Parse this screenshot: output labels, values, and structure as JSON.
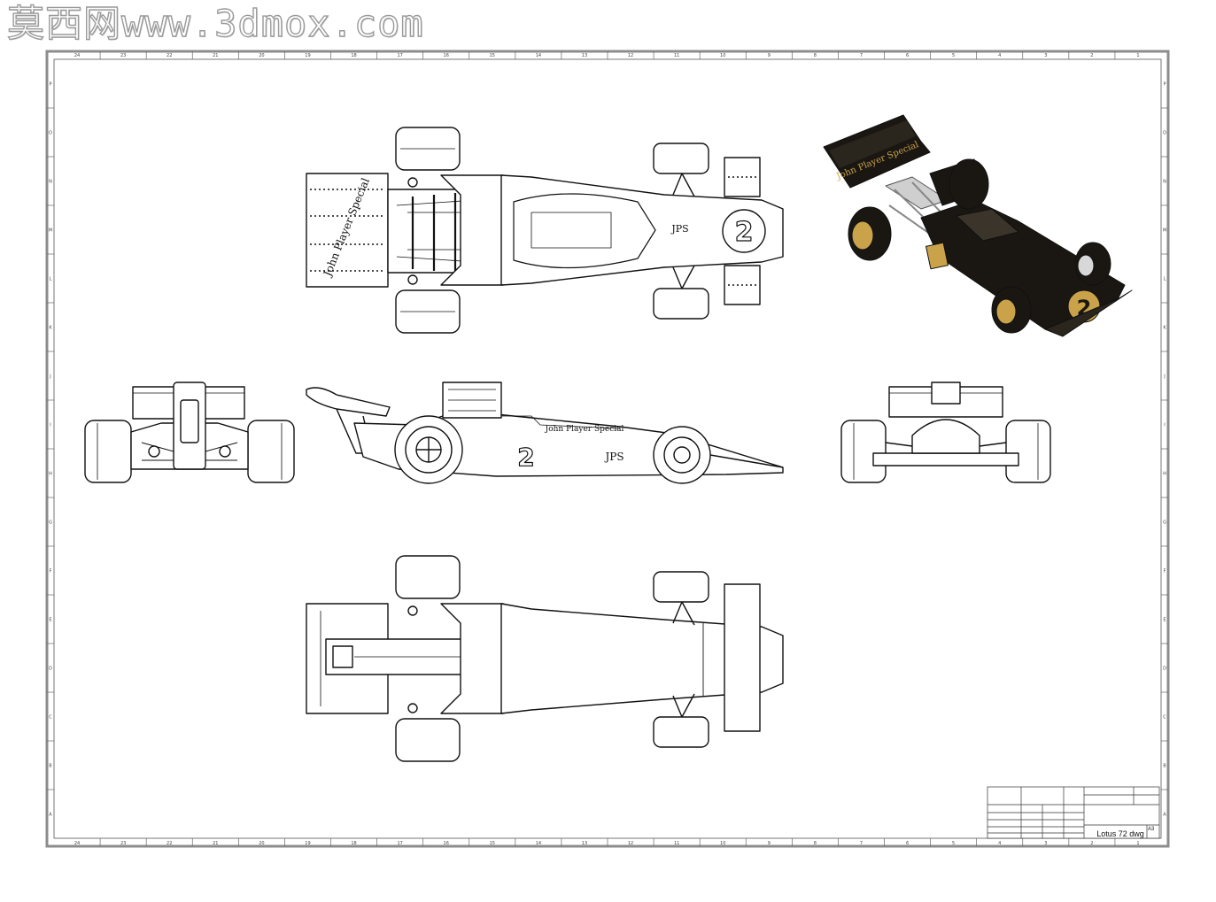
{
  "watermark": "莫西网www.3dmox.com",
  "drawing": {
    "title": "Lotus 72 dwg",
    "sheet_size": "A3",
    "border_columns_top": [
      "24",
      "23",
      "22",
      "21",
      "20",
      "19",
      "18",
      "17",
      "16",
      "15",
      "14",
      "13",
      "12",
      "11",
      "10",
      "9",
      "8",
      "7",
      "6",
      "5",
      "4",
      "3",
      "2",
      "1"
    ],
    "border_rows": [
      "A",
      "B",
      "C",
      "D",
      "E",
      "F",
      "G",
      "H",
      "I",
      "J",
      "K",
      "L",
      "M",
      "N",
      "O",
      "P"
    ]
  },
  "car": {
    "number": "2",
    "sponsor": "John Player Special",
    "logo": "JPS"
  },
  "colors": {
    "line": "#111111",
    "paper": "#ffffff",
    "frame": "#9a9a9a",
    "livery_black": "#1a1712",
    "livery_gold": "#c9a24a"
  }
}
